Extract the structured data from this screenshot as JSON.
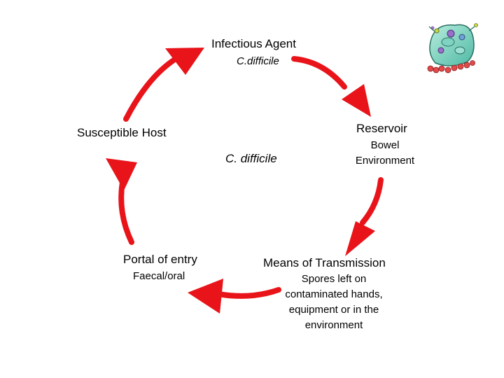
{
  "nodes": {
    "infectious_agent": {
      "title": "Infectious Agent",
      "subtitle": "C.difficile"
    },
    "reservoir": {
      "title": "Reservoir",
      "detail": "Bowel\nEnvironment"
    },
    "means_of_transmission": {
      "title": "Means of Transmission",
      "detail": "Spores left on\ncontaminated hands,\nequipment or in the\nenvironment"
    },
    "portal_of_entry": {
      "title": "Portal of entry",
      "detail": "Faecal/oral"
    },
    "susceptible_host": {
      "title": "Susceptible Host"
    }
  },
  "center_label": "C. difficile",
  "arrow_color": "#e8141a",
  "icon": "bacteria-illustration"
}
